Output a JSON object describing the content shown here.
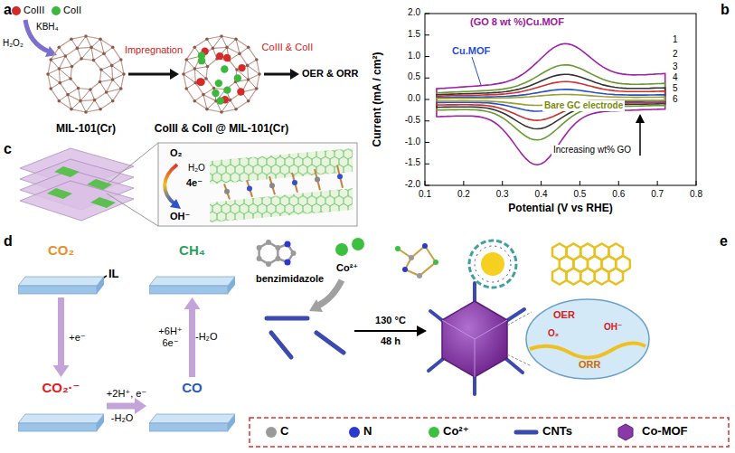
{
  "diagram": {
    "nodes": [
      {
        "text": [
          "MIL-101(Cr)"
        ]
      },
      {
        "text": [
          "CoIII & CoII @ MIL-101(Cr)"
        ]
      },
      {
        "text": [
          "CO₂"
        ]
      },
      {
        "text": [
          "CH₄"
        ]
      },
      {
        "text": [
          "CO₂·⁻"
        ]
      },
      {
        "text": [
          "CO"
        ]
      }
    ],
    "edges": [
      {
        "from": 0,
        "to": 1,
        "arrow": "to",
        "label": "Impregnation"
      },
      {
        "from": 2,
        "to": 4,
        "arrow": "to",
        "label": "+e⁻"
      },
      {
        "from": 4,
        "to": 5,
        "arrow": "to",
        "label": "+2H⁺, e⁻"
      },
      {
        "from": 5,
        "to": 3,
        "arrow": "to",
        "label": "+6H⁺ 6e⁻"
      }
    ],
    "labels": [
      "a",
      "CoIII",
      "CoII",
      "KBH₄",
      "H₂O₂",
      "CoIII & CoII",
      "OER & ORR",
      "b",
      "(GO 8 wt %)Cu.MOF",
      "Cu.MOF",
      "Bare GC electrode",
      "Increasing wt% GO",
      "1",
      "2",
      "3",
      "4",
      "5",
      "6",
      "Current (mA / cm²)",
      "Potential (V vs RHE)",
      "2.0",
      "1.5",
      "1.0",
      "0.5",
      "0.0",
      "-0.5",
      "-1.0",
      "-1.5",
      "-2.0",
      "0.1",
      "0.2",
      "0.3",
      "0.4",
      "0.5",
      "0.6",
      "0.7",
      "0.8",
      "c",
      "O₂",
      "4e⁻",
      "H₂O",
      "OH⁻",
      "d",
      "IL",
      "-H₂O",
      "-H₂O",
      "e",
      "benzimidazole",
      "Co²⁺",
      "130 °C",
      "48 h",
      "OER",
      "ORR",
      "O₂",
      "OH⁻"
    ],
    "legend": [
      {
        "text": "C",
        "color": "#9a9a9a"
      },
      {
        "text": "N",
        "color": "#2a3ad0"
      },
      {
        "text": "Co²⁺",
        "color": "#3cc040"
      },
      {
        "text": "CNTs"
      },
      {
        "text": "Co-MOF"
      }
    ]
  }
}
